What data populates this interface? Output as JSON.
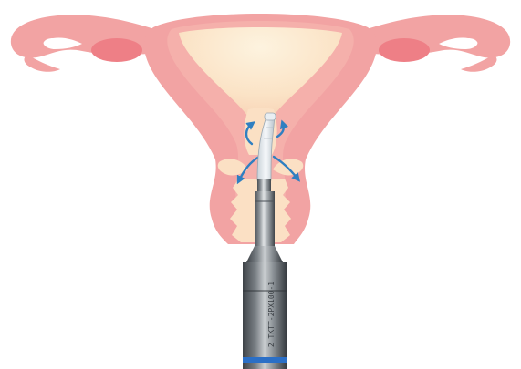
{
  "figure": {
    "background": "#ffffff",
    "colors": {
      "tissue_outer": "#f2a3a3",
      "tissue_mid": "#f7b9b4",
      "cavity_light": "#fbe0c4",
      "cavity_highlight": "#fdf1dc",
      "ovary": "#ee7f86",
      "metal_dark": "#555b60",
      "metal_light": "#cfd3d6",
      "catheter": "#e9eef2",
      "arrow": "#2f7fc1",
      "probe_base": "#2b6fc6"
    },
    "icons": [
      "uterus-illustration",
      "ovary-left",
      "ovary-right",
      "fallopian-tube-left",
      "fallopian-tube-right",
      "catheter-tip",
      "flow-arrow",
      "ablation-probe-handle"
    ],
    "probe_label": "2 TKTT-2PX100-1"
  }
}
